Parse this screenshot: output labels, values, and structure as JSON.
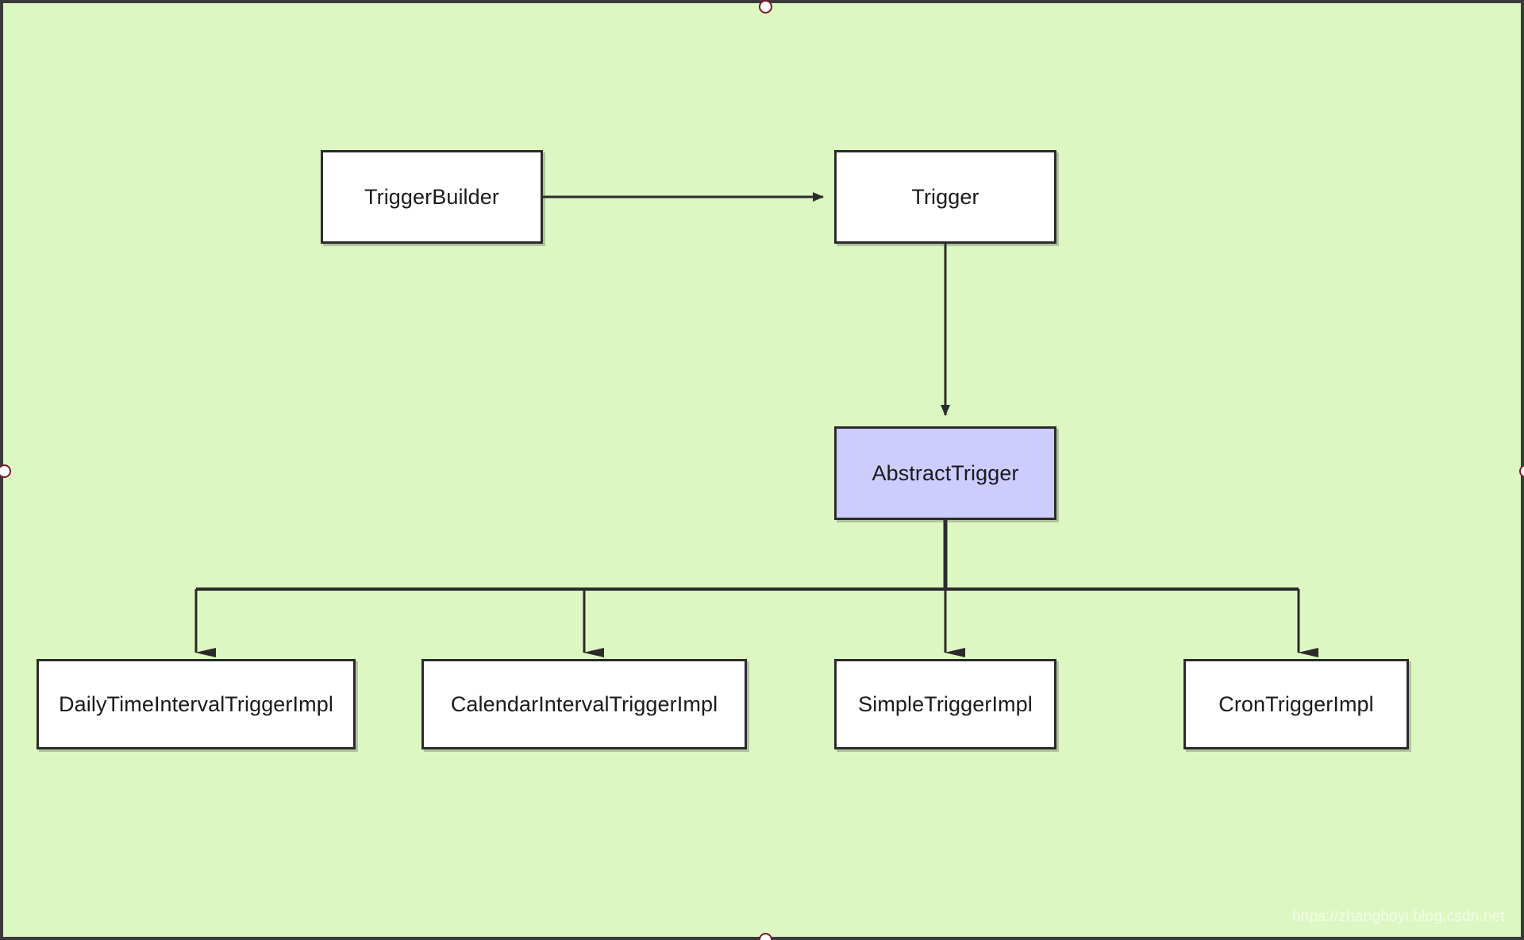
{
  "diagram": {
    "type": "uml-class-hierarchy",
    "background_color": "#ddf7c2",
    "frame_border_color": "#3a3a3a",
    "node_fill_default": "#ffffff",
    "node_fill_accent": "#ccccff",
    "node_border_color": "#2b2b2b",
    "edge_color": "#2b2b2b",
    "handle_color": "#7a1a2a",
    "nodes": [
      {
        "id": "trigger-builder",
        "label": "TriggerBuilder",
        "fill": "#ffffff"
      },
      {
        "id": "trigger",
        "label": "Trigger",
        "fill": "#ffffff"
      },
      {
        "id": "abstract-trigger",
        "label": "AbstractTrigger",
        "fill": "#ccccff"
      },
      {
        "id": "daily-time",
        "label": "DailyTimeIntervalTriggerImpl",
        "fill": "#ffffff"
      },
      {
        "id": "calendar-interval",
        "label": "CalendarIntervalTriggerImpl",
        "fill": "#ffffff"
      },
      {
        "id": "simple-trigger",
        "label": "SimpleTriggerImpl",
        "fill": "#ffffff"
      },
      {
        "id": "cron-trigger",
        "label": "CronTriggerImpl",
        "fill": "#ffffff"
      }
    ],
    "edges": [
      {
        "from": "trigger-builder",
        "to": "trigger",
        "style": "solid-arrow",
        "direction": "right"
      },
      {
        "from": "trigger",
        "to": "abstract-trigger",
        "style": "solid-arrow",
        "direction": "down"
      },
      {
        "from": "abstract-trigger",
        "to": "daily-time",
        "style": "solid-arrow",
        "direction": "down"
      },
      {
        "from": "abstract-trigger",
        "to": "calendar-interval",
        "style": "solid-arrow",
        "direction": "down"
      },
      {
        "from": "abstract-trigger",
        "to": "simple-trigger",
        "style": "solid-arrow",
        "direction": "down"
      },
      {
        "from": "abstract-trigger",
        "to": "cron-trigger",
        "style": "solid-arrow",
        "direction": "down"
      }
    ],
    "handles": [
      {
        "id": "top",
        "position": "top-center"
      },
      {
        "id": "bottom",
        "position": "bottom-center"
      },
      {
        "id": "left",
        "position": "left-center"
      },
      {
        "id": "right",
        "position": "right-center"
      }
    ],
    "watermark": "https://zhangboyi.blog.csdn.net"
  }
}
